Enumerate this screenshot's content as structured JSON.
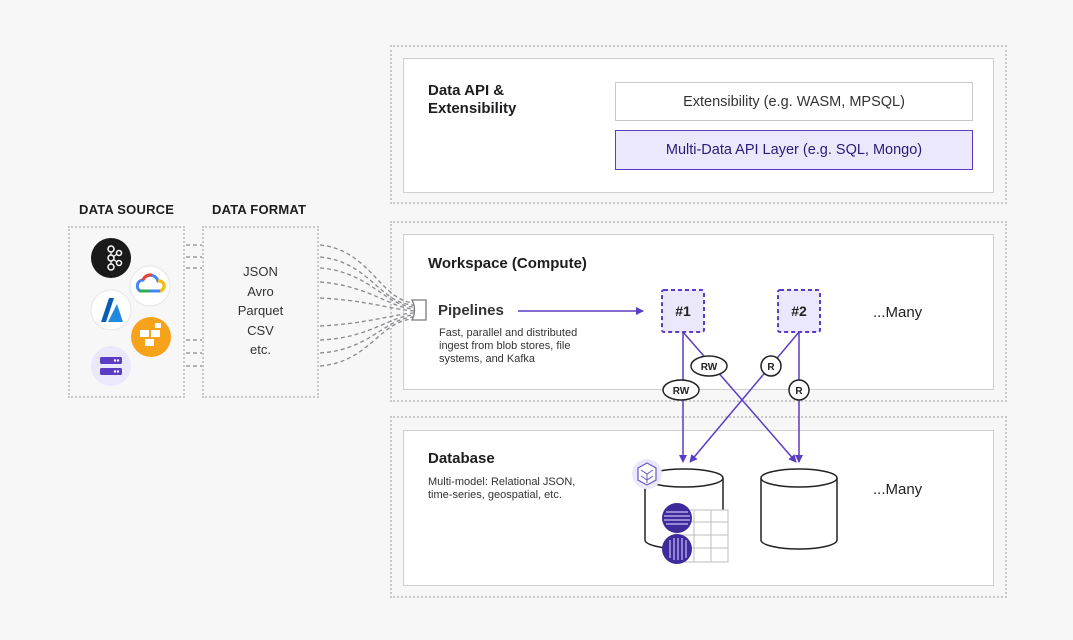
{
  "source": {
    "heading": "DATA SOURCE"
  },
  "format": {
    "heading": "DATA FORMAT",
    "items": [
      "JSON",
      "Avro",
      "Parquet",
      "CSV",
      "etc."
    ]
  },
  "api": {
    "title_line1": "Data API &",
    "title_line2": "Extensibility",
    "extensibility": "Extensibility (e.g. WASM, MPSQL)",
    "multi_data": "Multi-Data API Layer (e.g. SQL, Mongo)"
  },
  "workspace": {
    "title": "Workspace (Compute)",
    "pipelines_title": "Pipelines",
    "pipelines_desc_1": "Fast, parallel and distributed",
    "pipelines_desc_2": "ingest from blob stores, file",
    "pipelines_desc_3": "systems, and Kafka",
    "node1": "#1",
    "node2": "#2",
    "many": "...Many",
    "badge_rw": "RW",
    "badge_r": "R"
  },
  "database": {
    "title": "Database",
    "desc_1": "Multi-model: Relational JSON,",
    "desc_2": "time-series, geospatial, etc.",
    "many": "...Many"
  },
  "colors": {
    "accent": "#5b3cc4",
    "accent_light": "#ece8fb",
    "border": "#cfcfd3"
  },
  "icons": [
    "kafka-icon",
    "google-cloud-icon",
    "azure-icon",
    "hadoop-icon",
    "server-icon",
    "singlestore-icon"
  ]
}
